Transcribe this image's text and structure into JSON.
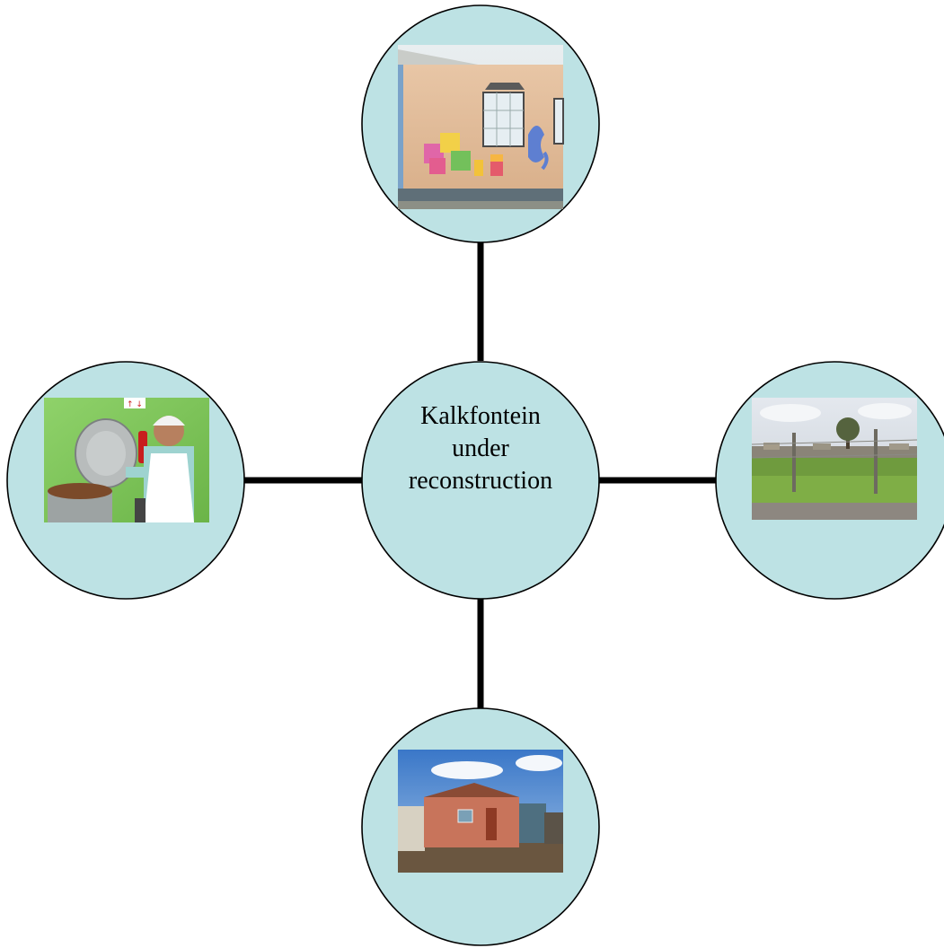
{
  "diagram": {
    "type": "hub-and-spoke",
    "center": {
      "lines": [
        "Kalkfontein",
        "under",
        "reconstruction"
      ]
    },
    "nodes": [
      {
        "id": "top",
        "photo": "school-building-photo",
        "description_icon": "photo"
      },
      {
        "id": "left",
        "photo": "kitchen-worker-photo",
        "description_icon": "photo"
      },
      {
        "id": "right",
        "photo": "open-field-photo",
        "description_icon": "photo"
      },
      {
        "id": "bottom",
        "photo": "house-photo",
        "description_icon": "photo"
      }
    ],
    "colors": {
      "circle_fill": "#bde2e4",
      "stroke": "#000000",
      "background": "#ffffff"
    }
  }
}
